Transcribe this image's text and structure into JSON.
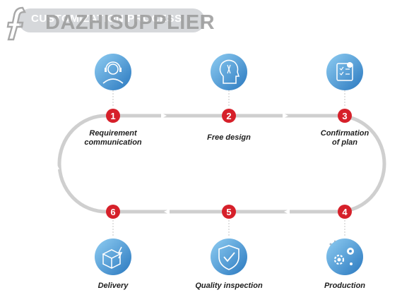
{
  "header": {
    "title": "CUSTOMIZATION PROCESS",
    "watermark_text": "DAZHISUPPLIER"
  },
  "colors": {
    "accent_red": "#d6202a",
    "track_gray": "#cfcfcf",
    "icon_blue_light": "#7cc0ea",
    "icon_blue_dark": "#2f7fc4"
  },
  "steps": [
    {
      "number": "1",
      "label": "Requirement\ncommunication",
      "icon": "customer-service-headset-icon"
    },
    {
      "number": "2",
      "label": "Free design",
      "icon": "lightbulb-head-icon"
    },
    {
      "number": "3",
      "label": "Confirmation\nof plan",
      "icon": "checklist-document-icon"
    },
    {
      "number": "4",
      "label": "Production",
      "icon": "gears-icon"
    },
    {
      "number": "5",
      "label": "Quality inspection",
      "icon": "shield-check-icon"
    },
    {
      "number": "6",
      "label": "Delivery",
      "icon": "package-delivery-icon"
    }
  ]
}
